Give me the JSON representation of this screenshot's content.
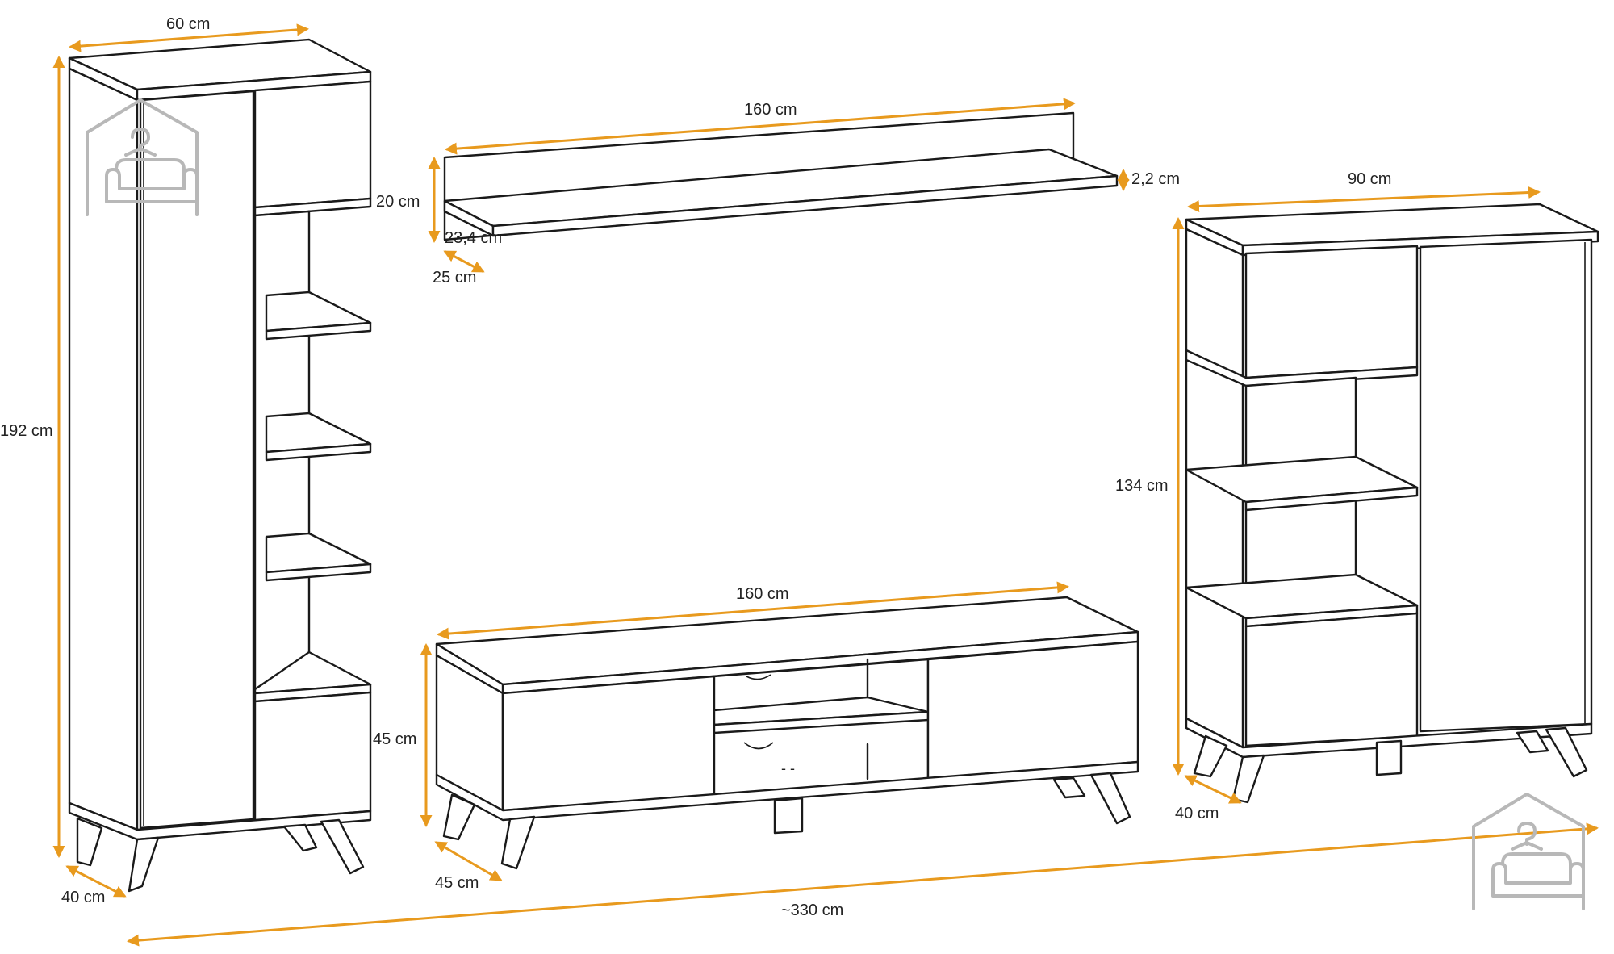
{
  "colors": {
    "dimension": "#E89A1E",
    "outline": "#1A1A1A",
    "logo": "#B8B8B8"
  },
  "icons": {
    "watermark": "house-sofa-logo-icon"
  },
  "tall_cabinet": {
    "width": "60 cm",
    "height": "192 cm",
    "depth": "40 cm",
    "upper_box_height": "20 cm"
  },
  "wall_shelf": {
    "width": "160 cm",
    "thickness": "2,2 cm",
    "height": "23,4 cm",
    "depth": "25 cm"
  },
  "tv_stand": {
    "width": "160 cm",
    "height": "45 cm",
    "depth": "45 cm"
  },
  "highboard": {
    "width": "90 cm",
    "height": "134 cm",
    "depth": "40 cm"
  },
  "total_width": "~330 cm"
}
